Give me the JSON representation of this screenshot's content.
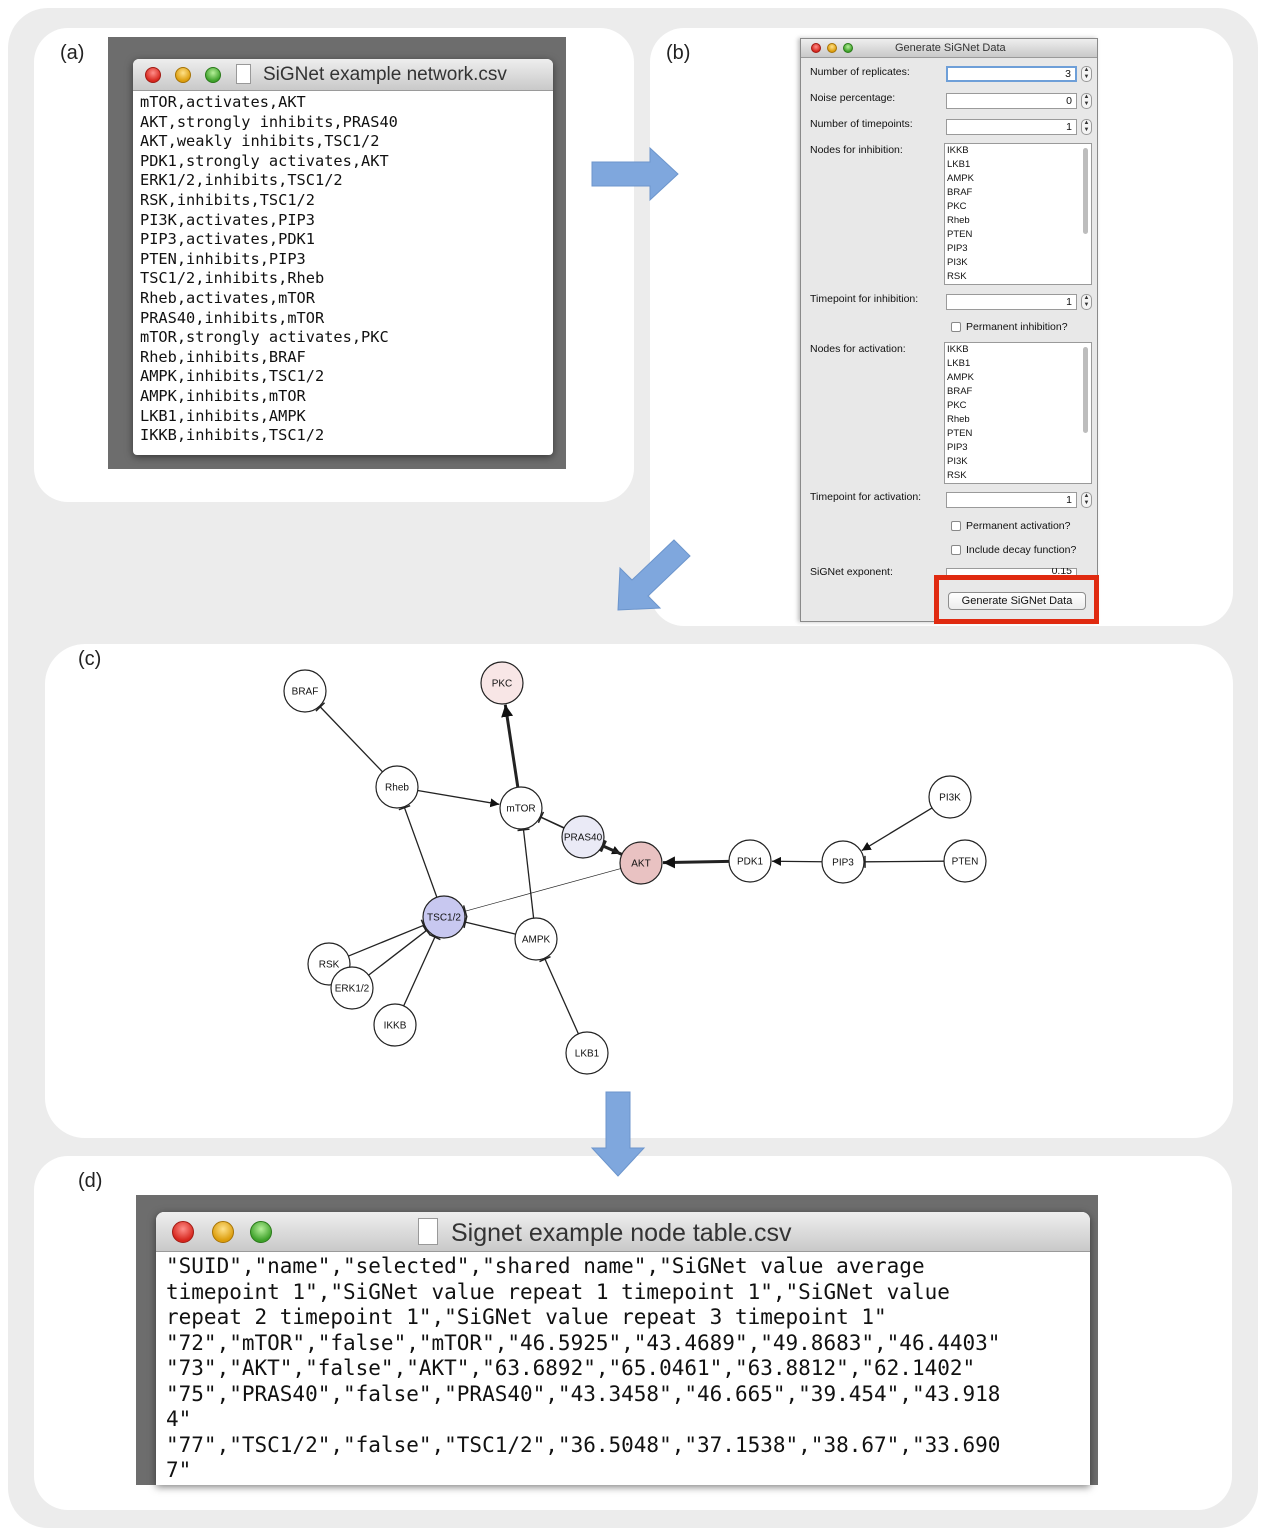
{
  "labels": {
    "a": "(a)",
    "b": "(b)",
    "c": "(c)",
    "d": "(d)"
  },
  "network_csv_window": {
    "title": "SiGNet example network.csv",
    "lines": [
      "mTOR,activates,AKT",
      "AKT,strongly inhibits,PRAS40",
      "AKT,weakly inhibits,TSC1/2",
      "PDK1,strongly activates,AKT",
      "ERK1/2,inhibits,TSC1/2",
      "RSK,inhibits,TSC1/2",
      "PI3K,activates,PIP3",
      "PIP3,activates,PDK1",
      "PTEN,inhibits,PIP3",
      "TSC1/2,inhibits,Rheb",
      "Rheb,activates,mTOR",
      "PRAS40,inhibits,mTOR",
      "mTOR,strongly activates,PKC",
      "Rheb,inhibits,BRAF",
      "AMPK,inhibits,TSC1/2",
      "AMPK,inhibits,mTOR",
      "LKB1,inhibits,AMPK",
      "IKKB,inhibits,TSC1/2"
    ]
  },
  "dialog": {
    "title": "Generate SiGNet Data",
    "replicates_label": "Number of replicates:",
    "replicates_value": "3",
    "noise_label": "Noise percentage:",
    "noise_value": "0",
    "timepoints_label": "Number of timepoints:",
    "timepoints_value": "1",
    "inhibition_nodes_label": "Nodes for inhibition:",
    "inhibition_nodes": [
      "IKKB",
      "LKB1",
      "AMPK",
      "BRAF",
      "PKC",
      "Rheb",
      "PTEN",
      "PIP3",
      "PI3K",
      "RSK"
    ],
    "inhibition_timepoint_label": "Timepoint for inhibition:",
    "inhibition_timepoint_value": "1",
    "permanent_inhibition_label": "Permanent inhibition?",
    "activation_nodes_label": "Nodes for activation:",
    "activation_nodes": [
      "IKKB",
      "LKB1",
      "AMPK",
      "BRAF",
      "PKC",
      "Rheb",
      "PTEN",
      "PIP3",
      "PI3K",
      "RSK"
    ],
    "activation_timepoint_label": "Timepoint for activation:",
    "activation_timepoint_value": "1",
    "permanent_activation_label": "Permanent activation?",
    "decay_label": "Include decay function?",
    "exponent_label": "SiGNet exponent:",
    "exponent_value": "0.15",
    "generate_button": "Generate SiGNet Data",
    "spinner_up": "▲",
    "spinner_down": "▼"
  },
  "network": {
    "nodes": [
      {
        "id": "BRAF",
        "fill": "#ffffff"
      },
      {
        "id": "PKC",
        "fill": "#f8e6e6"
      },
      {
        "id": "Rheb",
        "fill": "#ffffff"
      },
      {
        "id": "mTOR",
        "fill": "#ffffff"
      },
      {
        "id": "PRAS40",
        "fill": "#eaeaf6"
      },
      {
        "id": "AKT",
        "fill": "#e9c2c2"
      },
      {
        "id": "PDK1",
        "fill": "#ffffff"
      },
      {
        "id": "PIP3",
        "fill": "#ffffff"
      },
      {
        "id": "PI3K",
        "fill": "#ffffff"
      },
      {
        "id": "PTEN",
        "fill": "#ffffff"
      },
      {
        "id": "TSC1/2",
        "fill": "#c8c8f0"
      },
      {
        "id": "AMPK",
        "fill": "#ffffff"
      },
      {
        "id": "RSK",
        "fill": "#ffffff"
      },
      {
        "id": "ERK1/2",
        "fill": "#ffffff"
      },
      {
        "id": "IKKB",
        "fill": "#ffffff"
      },
      {
        "id": "LKB1",
        "fill": "#ffffff"
      }
    ],
    "edges": [
      {
        "source": "mTOR",
        "target": "AKT",
        "type": "activates",
        "strength": "normal"
      },
      {
        "source": "AKT",
        "target": "PRAS40",
        "type": "inhibits",
        "strength": "strong"
      },
      {
        "source": "AKT",
        "target": "TSC1/2",
        "type": "inhibits",
        "strength": "weak"
      },
      {
        "source": "PDK1",
        "target": "AKT",
        "type": "activates",
        "strength": "strong"
      },
      {
        "source": "ERK1/2",
        "target": "TSC1/2",
        "type": "inhibits",
        "strength": "normal"
      },
      {
        "source": "RSK",
        "target": "TSC1/2",
        "type": "inhibits",
        "strength": "normal"
      },
      {
        "source": "PI3K",
        "target": "PIP3",
        "type": "activates",
        "strength": "normal"
      },
      {
        "source": "PIP3",
        "target": "PDK1",
        "type": "activates",
        "strength": "normal"
      },
      {
        "source": "PTEN",
        "target": "PIP3",
        "type": "inhibits",
        "strength": "normal"
      },
      {
        "source": "TSC1/2",
        "target": "Rheb",
        "type": "inhibits",
        "strength": "normal"
      },
      {
        "source": "Rheb",
        "target": "mTOR",
        "type": "activates",
        "strength": "normal"
      },
      {
        "source": "PRAS40",
        "target": "mTOR",
        "type": "inhibits",
        "strength": "normal"
      },
      {
        "source": "mTOR",
        "target": "PKC",
        "type": "activates",
        "strength": "strong"
      },
      {
        "source": "Rheb",
        "target": "BRAF",
        "type": "inhibits",
        "strength": "normal"
      },
      {
        "source": "AMPK",
        "target": "TSC1/2",
        "type": "inhibits",
        "strength": "normal"
      },
      {
        "source": "AMPK",
        "target": "mTOR",
        "type": "inhibits",
        "strength": "normal"
      },
      {
        "source": "LKB1",
        "target": "AMPK",
        "type": "inhibits",
        "strength": "normal"
      },
      {
        "source": "IKKB",
        "target": "TSC1/2",
        "type": "inhibits",
        "strength": "normal"
      }
    ]
  },
  "node_table_window": {
    "title": "Signet example node table.csv",
    "lines": [
      "\"SUID\",\"name\",\"selected\",\"shared name\",\"SiGNet value average",
      "timepoint 1\",\"SiGNet value repeat 1 timepoint 1\",\"SiGNet value",
      "repeat 2 timepoint 1\",\"SiGNet value repeat 3 timepoint 1\"",
      "\"72\",\"mTOR\",\"false\",\"mTOR\",\"46.5925\",\"43.4689\",\"49.8683\",\"46.4403\"",
      "\"73\",\"AKT\",\"false\",\"AKT\",\"63.6892\",\"65.0461\",\"63.8812\",\"62.1402\"",
      "\"75\",\"PRAS40\",\"false\",\"PRAS40\",\"43.3458\",\"46.665\",\"39.454\",\"43.918",
      "4\"",
      "\"77\",\"TSC1/2\",\"false\",\"TSC1/2\",\"36.5048\",\"37.1538\",\"38.67\",\"33.690",
      "7\""
    ]
  },
  "colors": {
    "arrow_fill": "#7fa7dd",
    "highlight": "#e02a10"
  }
}
